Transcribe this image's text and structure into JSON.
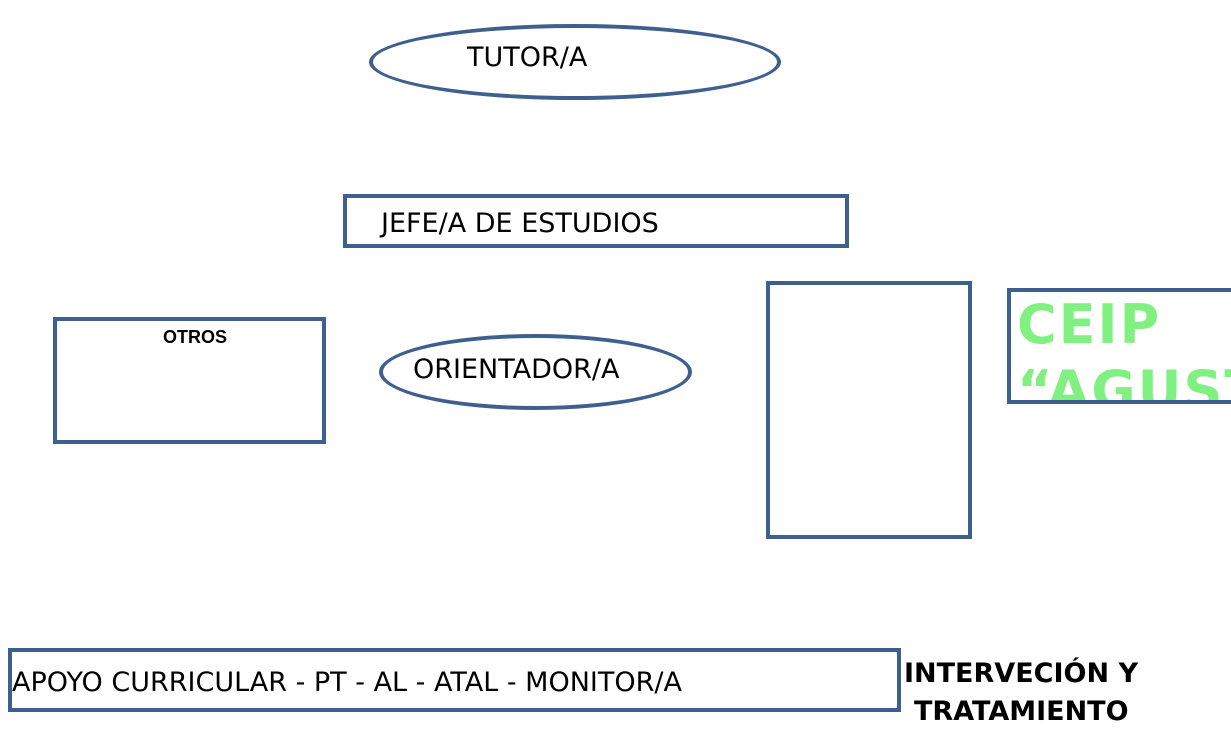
{
  "nodes": {
    "tutor": "TUTOR/A",
    "jefe": "JEFE/A DE ESTUDIOS",
    "otros": "OTROS",
    "orientador": "ORIENTADOR/A",
    "ceip_line1": "CEIP",
    "ceip_line2": "“AGUSTÍ",
    "apoyo": "APOYO CURRICULAR  -   PT  -  AL  -  ATAL  -  MONITOR/A",
    "intervencion_line1": "INTERVECIÓN Y",
    "intervencion_line2": "TRATAMIENTO"
  },
  "colors": {
    "shape_border": "#3f5f8f",
    "ceip_text": "#80f080"
  }
}
